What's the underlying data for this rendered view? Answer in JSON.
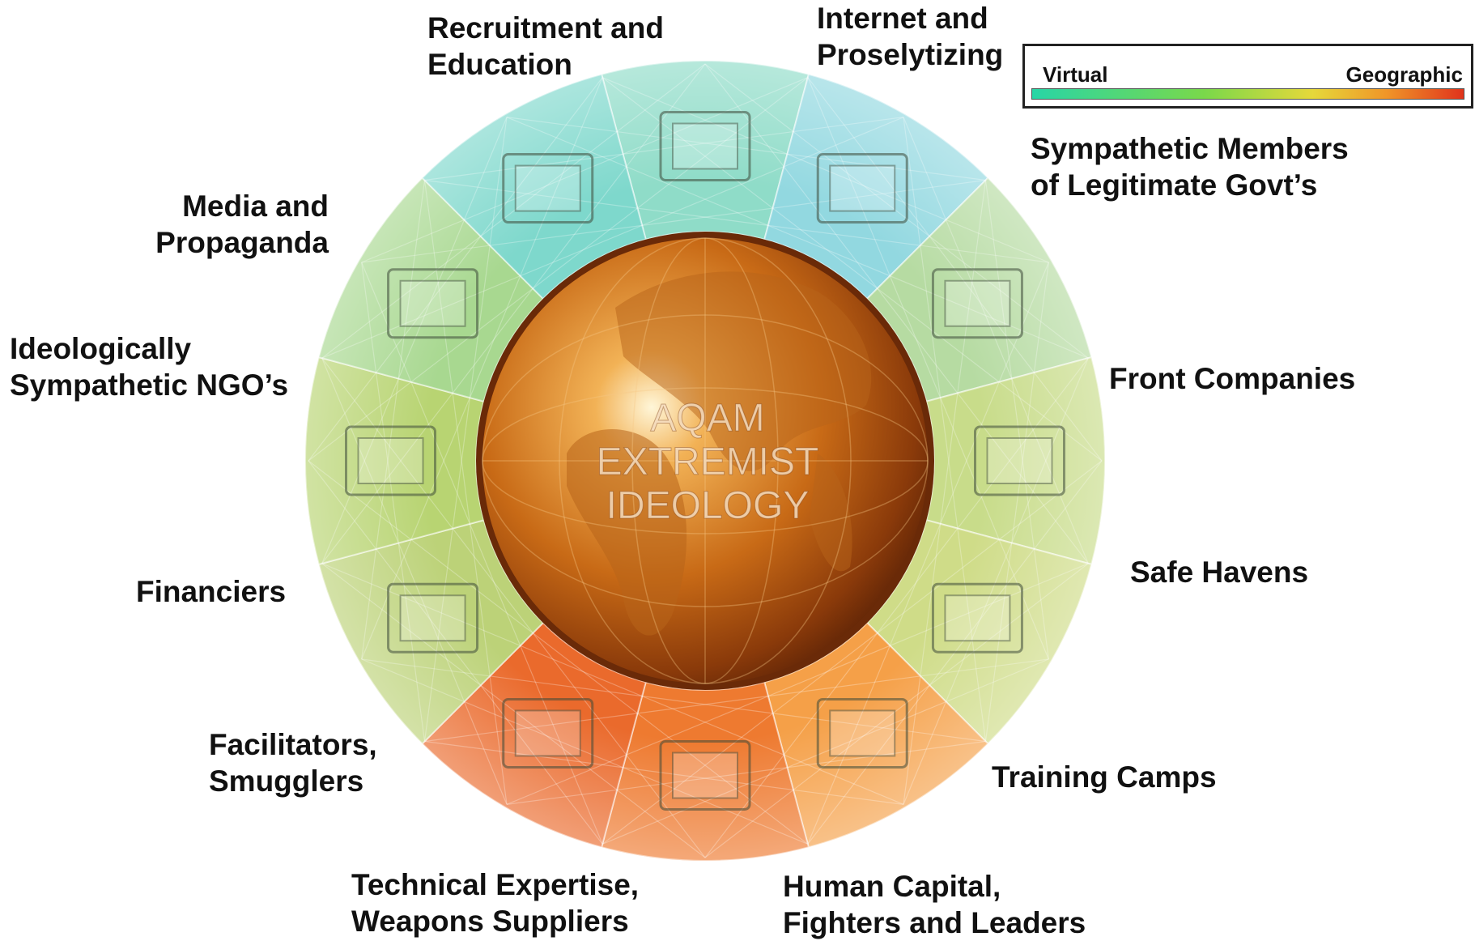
{
  "center": {
    "lines": [
      "AQAM",
      "EXTREMIST",
      "IDEOLOGY"
    ]
  },
  "legend": {
    "left_label": "Virtual",
    "right_label": "Geographic",
    "gradient_colors": [
      "#28d6a6",
      "#7ad84a",
      "#e6d83a",
      "#f09628",
      "#e0331c"
    ]
  },
  "segments": [
    {
      "id": "recruitment",
      "label_lines": [
        "Recruitment and",
        "Education"
      ],
      "icon": "classroom-icon",
      "color": "#8fdcc8"
    },
    {
      "id": "internet",
      "label_lines": [
        "Internet and",
        "Proselytizing"
      ],
      "icon": "computer-icon",
      "color": "#92d8e0"
    },
    {
      "id": "sympathetic-govts",
      "label_lines": [
        "Sympathetic Members",
        "of Legitimate Govt’s"
      ],
      "icon": "computer-city-icon",
      "color": "#b6dba2"
    },
    {
      "id": "front-companies",
      "label_lines": [
        "Front Companies"
      ],
      "icon": "factory-icon",
      "color": "#c8dc8a"
    },
    {
      "id": "safe-havens",
      "label_lines": [
        "Safe Havens"
      ],
      "icon": "government-building-icon",
      "color": "#cfdc88"
    },
    {
      "id": "training-camps",
      "label_lines": [
        "Training Camps"
      ],
      "icon": "tent-palm-icon",
      "color": "#f5a048"
    },
    {
      "id": "human-capital",
      "label_lines": [
        "Human Capital,",
        "Fighters and Leaders"
      ],
      "icon": "fighter-icon",
      "color": "#ee7a30"
    },
    {
      "id": "technical-expertise",
      "label_lines": [
        "Technical Expertise,",
        "Weapons Suppliers"
      ],
      "icon": "weapons-icon",
      "color": "#ea6a2c"
    },
    {
      "id": "facilitators",
      "label_lines": [
        "Facilitators,",
        "Smugglers"
      ],
      "icon": "truck-map-icon",
      "color": "#bcd278"
    },
    {
      "id": "financiers",
      "label_lines": [
        "Financiers"
      ],
      "icon": "camels-passport-icon",
      "color": "#b8d472"
    },
    {
      "id": "ngos",
      "label_lines": [
        "Ideologically",
        "Sympathetic NGO’s"
      ],
      "icon": "money-person-icon",
      "color": "#a8d890"
    },
    {
      "id": "media",
      "label_lines": [
        "Media and",
        "Propaganda"
      ],
      "icon": "tv-tower-icon",
      "color": "#7ed8cc"
    }
  ]
}
